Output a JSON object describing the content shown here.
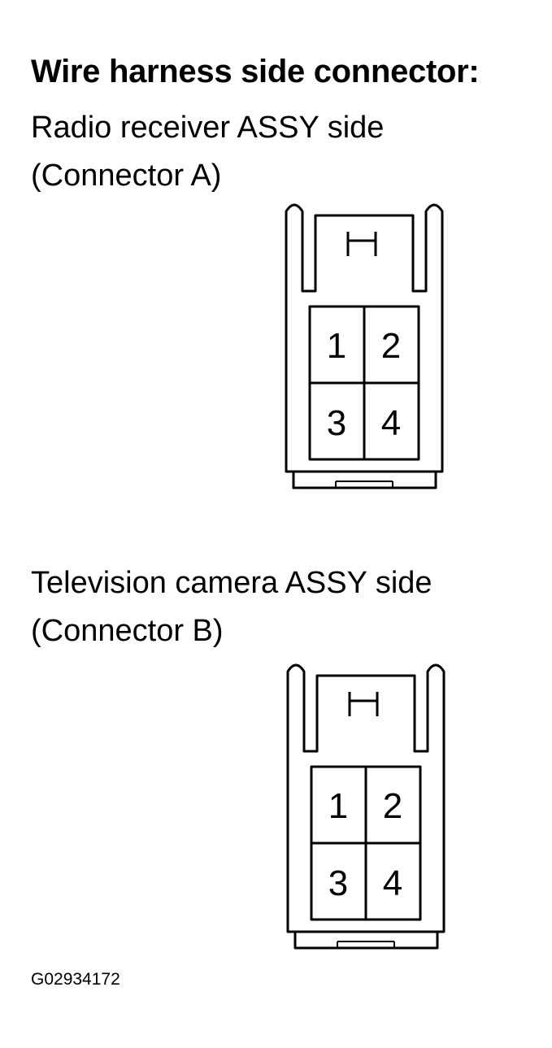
{
  "heading": "Wire harness side connector:",
  "connectors": [
    {
      "title": "Radio receiver ASSY side",
      "subtitle": "(Connector A)",
      "pins": [
        "1",
        "2",
        "3",
        "4"
      ]
    },
    {
      "title": "Television camera ASSY side",
      "subtitle": "(Connector B)",
      "pins": [
        "1",
        "2",
        "3",
        "4"
      ]
    }
  ],
  "figure_code": "G02934172"
}
